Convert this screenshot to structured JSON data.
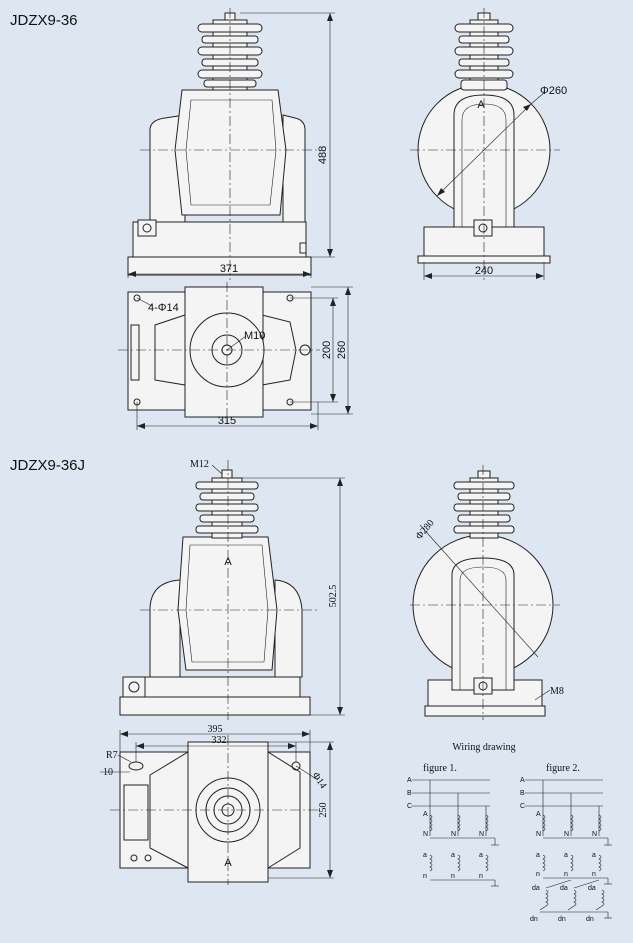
{
  "models": {
    "top_title": "JDZX9-36",
    "bottom_title": "JDZX9-36J"
  },
  "top_dims": {
    "height": "488",
    "width_front": "371",
    "width_side": "240",
    "diameter": "Φ260",
    "holes": "4-Φ14",
    "thread": "M10",
    "depth_inner": "200",
    "depth_outer": "260",
    "base_width": "315",
    "phase_mark": "A"
  },
  "bottom_dims": {
    "thread_top": "M12",
    "height": "502.5",
    "diameter": "Φ280",
    "thread_side": "M8",
    "width_outer": "395",
    "width_inner": "332",
    "radius": "R7",
    "slot": "10",
    "hole": "Φ14",
    "depth": "250",
    "phase_mark": "A"
  },
  "wiring": {
    "title": "Wiring drawing",
    "figure1": "figure 1.",
    "figure2": "figure 2.",
    "phases": [
      "A",
      "B",
      "C"
    ],
    "primary_a": "A",
    "primary_n": "N",
    "secondary_a": "a",
    "secondary_n": "n",
    "residual_da": "da",
    "residual_dn": "dn"
  }
}
